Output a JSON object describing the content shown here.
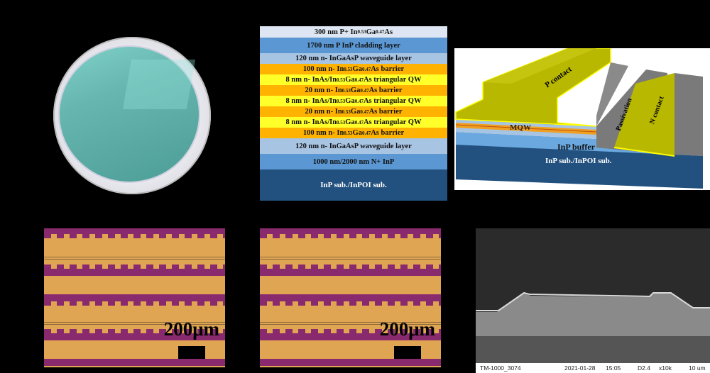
{
  "panels": {
    "wafer": {
      "label": "wafer photo"
    },
    "stack": {
      "layers": [
        {
          "text_parts": [
            "300 nm P+ In",
            "0.53",
            "Ga",
            "0.47",
            "As"
          ],
          "color": "#dde6f2",
          "height": 16
        },
        {
          "text_parts": [
            "1700 nm P InP cladding layer"
          ],
          "color": "#5b97d3",
          "height": 22
        },
        {
          "text_parts": [
            "120 nm n- InGaAsP waveguide layer"
          ],
          "color": "#a7c4e3",
          "height": 15
        },
        {
          "text_parts": [
            "100 nm n- In",
            "0.53",
            "Ga",
            "0.47",
            "As barrier"
          ],
          "color": "#ffb300",
          "height": 15
        },
        {
          "text_parts": [
            "8 nm n- InAs/In",
            "0.53",
            "Ga",
            "0.47",
            "As triangular QW"
          ],
          "color": "#ffff2a",
          "height": 15
        },
        {
          "text_parts": [
            "20 nm n- In",
            "0.53",
            "Ga",
            "0.47",
            "As barrier"
          ],
          "color": "#ffb300",
          "height": 15
        },
        {
          "text_parts": [
            "8 nm n- InAs/In",
            "0.53",
            "Ga",
            "0.47",
            "As triangular QW"
          ],
          "color": "#ffff2a",
          "height": 15
        },
        {
          "text_parts": [
            "20 nm n- In",
            "0.53",
            "Ga",
            "0.47",
            "As barrier"
          ],
          "color": "#ffb300",
          "height": 15
        },
        {
          "text_parts": [
            "8 nm n- InAs/In",
            "0.53",
            "Ga",
            "0.47",
            "As triangular QW"
          ],
          "color": "#ffff2a",
          "height": 15
        },
        {
          "text_parts": [
            "100 nm n- In",
            "0.53",
            "Ga",
            "0.47",
            "As barrier"
          ],
          "color": "#ffb300",
          "height": 15
        },
        {
          "text_parts": [
            "120 nm n- InGaAsP waveguide layer"
          ],
          "color": "#a7c4e3",
          "height": 22
        },
        {
          "text_parts": [
            "1000 nm/2000 nm N+ InP"
          ],
          "color": "#5b97d3",
          "height": 22
        },
        {
          "text_parts": [
            "InP sub./InPOI sub."
          ],
          "color": "#22517f",
          "height": 44,
          "text_color": "#ffffff"
        }
      ]
    },
    "device": {
      "p_contact": "P contact",
      "passivation": "Passivation",
      "n_contact": "N contact",
      "mqw": "MQW",
      "buffer": "InP buffer",
      "substrate": "InP sub./InPOI sub."
    },
    "micro1": {
      "scale_label": "200μm"
    },
    "micro2": {
      "scale_label": "200μm"
    },
    "sem": {
      "sample_id": "TM-1000_3074",
      "date": "2021-01-28",
      "time": "15:05",
      "distance": "D2.4",
      "magnification": "x10k",
      "scale": "10 um"
    }
  },
  "colors": {
    "stripe_purple": "#8a2a6e",
    "gold": "#e0a553",
    "contact_yellow": "#b8b800"
  }
}
